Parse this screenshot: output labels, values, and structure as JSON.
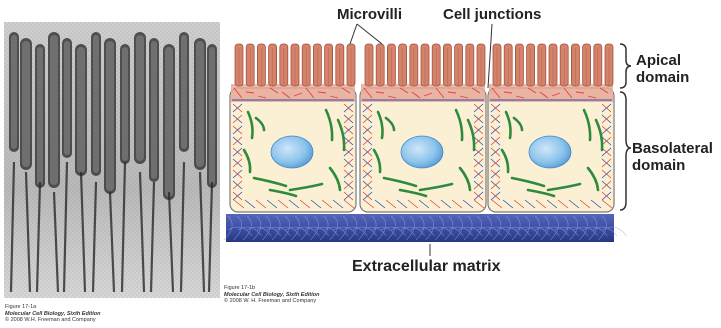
{
  "captions": {
    "a": {
      "figure": "Figure 17-1a",
      "book": "Molecular Cell Biology, Sixth Edition",
      "copyright": "© 2008 W.H. Freeman and Company"
    },
    "b": {
      "figure": "Figure 17-1b",
      "book": "Molecular Cell Biology, Sixth Edition",
      "copyright": "© 2008 W. H. Freeman and Company"
    }
  },
  "labels": {
    "microvilli": "Microvilli",
    "cell_junctions": "Cell junctions",
    "apical_domain": [
      "Apical",
      "domain"
    ],
    "basolateral_domain": [
      "Basolateral",
      "domain"
    ],
    "extracellular_matrix": "Extracellular matrix"
  },
  "colors": {
    "microvillus_fill": "#d4826a",
    "microvillus_stroke": "#a2523c",
    "apical_band": "#e8a898",
    "cell_body": "#fbf0d4",
    "cell_stroke": "#7a7a7a",
    "nucleus": "#8cc4ec",
    "nucleus_edge": "#3d88c8",
    "filament_green": "#2e8b3e",
    "filament_red": "#d9453a",
    "filament_blue": "#2f4fb5",
    "matrix": "#3c4fa6",
    "bracket": "#333333"
  }
}
